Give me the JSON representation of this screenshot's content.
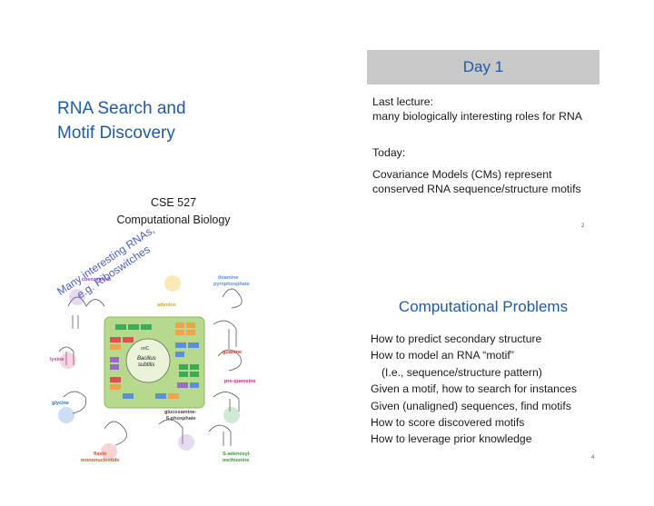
{
  "slide1": {
    "title_line1": "RNA Search and",
    "title_line2": "Motif Discovery",
    "course_line1": "CSE 527",
    "course_line2": "Computational Biology"
  },
  "slide2": {
    "title": "Day 1",
    "last_lecture_label": "Last lecture:",
    "last_lecture_text": "many biologically interesting roles for RNA",
    "today_label": "Today:",
    "today_line1": "Covariance Models (CMs) represent",
    "today_line2": "conserved RNA sequence/structure motifs",
    "page_number": "2"
  },
  "slide3": {
    "overlay_line1": "Many interesting RNAs,",
    "overlay_line2": "e.g. Riboswitches",
    "figure_labels": {
      "coenzyme": "coenzyme B",
      "thiamine": "thiamine",
      "pyrophosphate": "pyrophosphate",
      "adenine": "adenine",
      "guanine": "guanine",
      "lysine": "lysine",
      "bacillus": "Bacillus",
      "subtilis": "subtilis",
      "oric": "oriC",
      "prequeosine": "pre-queosine",
      "glycine": "glycine",
      "glucosamine": "glucosamine-",
      "phosphate": "6-phosphate",
      "flavin": "flavin",
      "mononucleotide": "mononucleotide",
      "sadenosyl": "S-adenosyl-",
      "methionine": "methionine"
    },
    "colors": {
      "genome_panel": "#b7d98c",
      "orange": "#f2a24a",
      "green": "#3daa5a",
      "blue": "#5b8fd6",
      "purple": "#9b6cc4",
      "red": "#e05050"
    }
  },
  "slide4": {
    "title": "Computational Problems",
    "items": [
      "How to predict secondary structure",
      "How to model an RNA “motif”",
      "(I.e., sequence/structure pattern)",
      "Given a motif, how to search for instances",
      "Given (unaligned) sequences, find motifs",
      "How to score discovered motifs",
      "How to leverage prior knowledge"
    ],
    "page_number": "4"
  }
}
